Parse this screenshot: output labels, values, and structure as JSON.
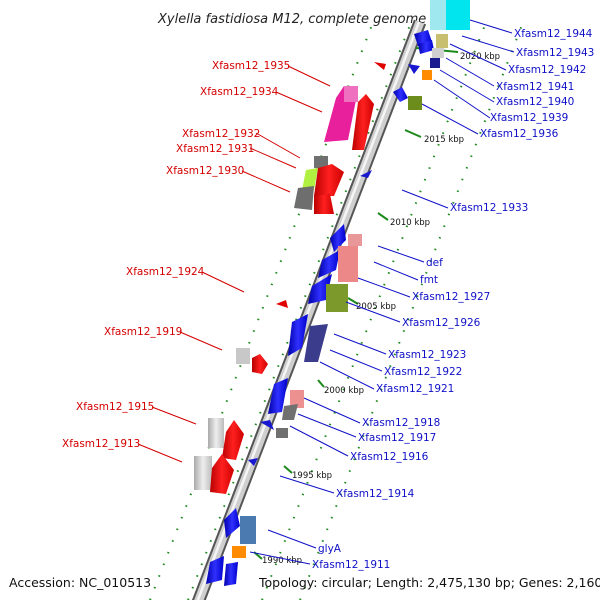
{
  "title": "Xylella fastidiosa M12, complete genome",
  "accession": "Accession: NC_010513",
  "topology": "Topology: circular; Length: 2,475,130 bp; Genes: 2,160",
  "colors": {
    "backbone": "#a8a8a8",
    "red_label": "#d40000",
    "blue_label": "#1010c8",
    "tick": "#1b8a1b"
  },
  "scale_labels": [
    "2020 kbp",
    "2015 kbp",
    "2010 kbp",
    "2005 kbp",
    "2000 kbp",
    "1995 kbp",
    "1990 kbp"
  ],
  "left_labels": [
    "Xfasm12_1935",
    "Xfasm12_1934",
    "Xfasm12_1932",
    "Xfasm12_1931",
    "Xfasm12_1930",
    "Xfasm12_1924",
    "Xfasm12_1919",
    "Xfasm12_1915",
    "Xfasm12_1913"
  ],
  "right_labels": [
    "Xfasm12_1944",
    "Xfasm12_1943",
    "Xfasm12_1942",
    "Xfasm12_1941",
    "Xfasm12_1940",
    "Xfasm12_1939",
    "Xfasm12_1936",
    "Xfasm12_1933",
    "def",
    "fmt",
    "Xfasm12_1927",
    "Xfasm12_1926",
    "Xfasm12_1923",
    "Xfasm12_1922",
    "Xfasm12_1921",
    "Xfasm12_1918",
    "Xfasm12_1917",
    "Xfasm12_1916",
    "Xfasm12_1914",
    "glyA",
    "Xfasm12_1911"
  ]
}
